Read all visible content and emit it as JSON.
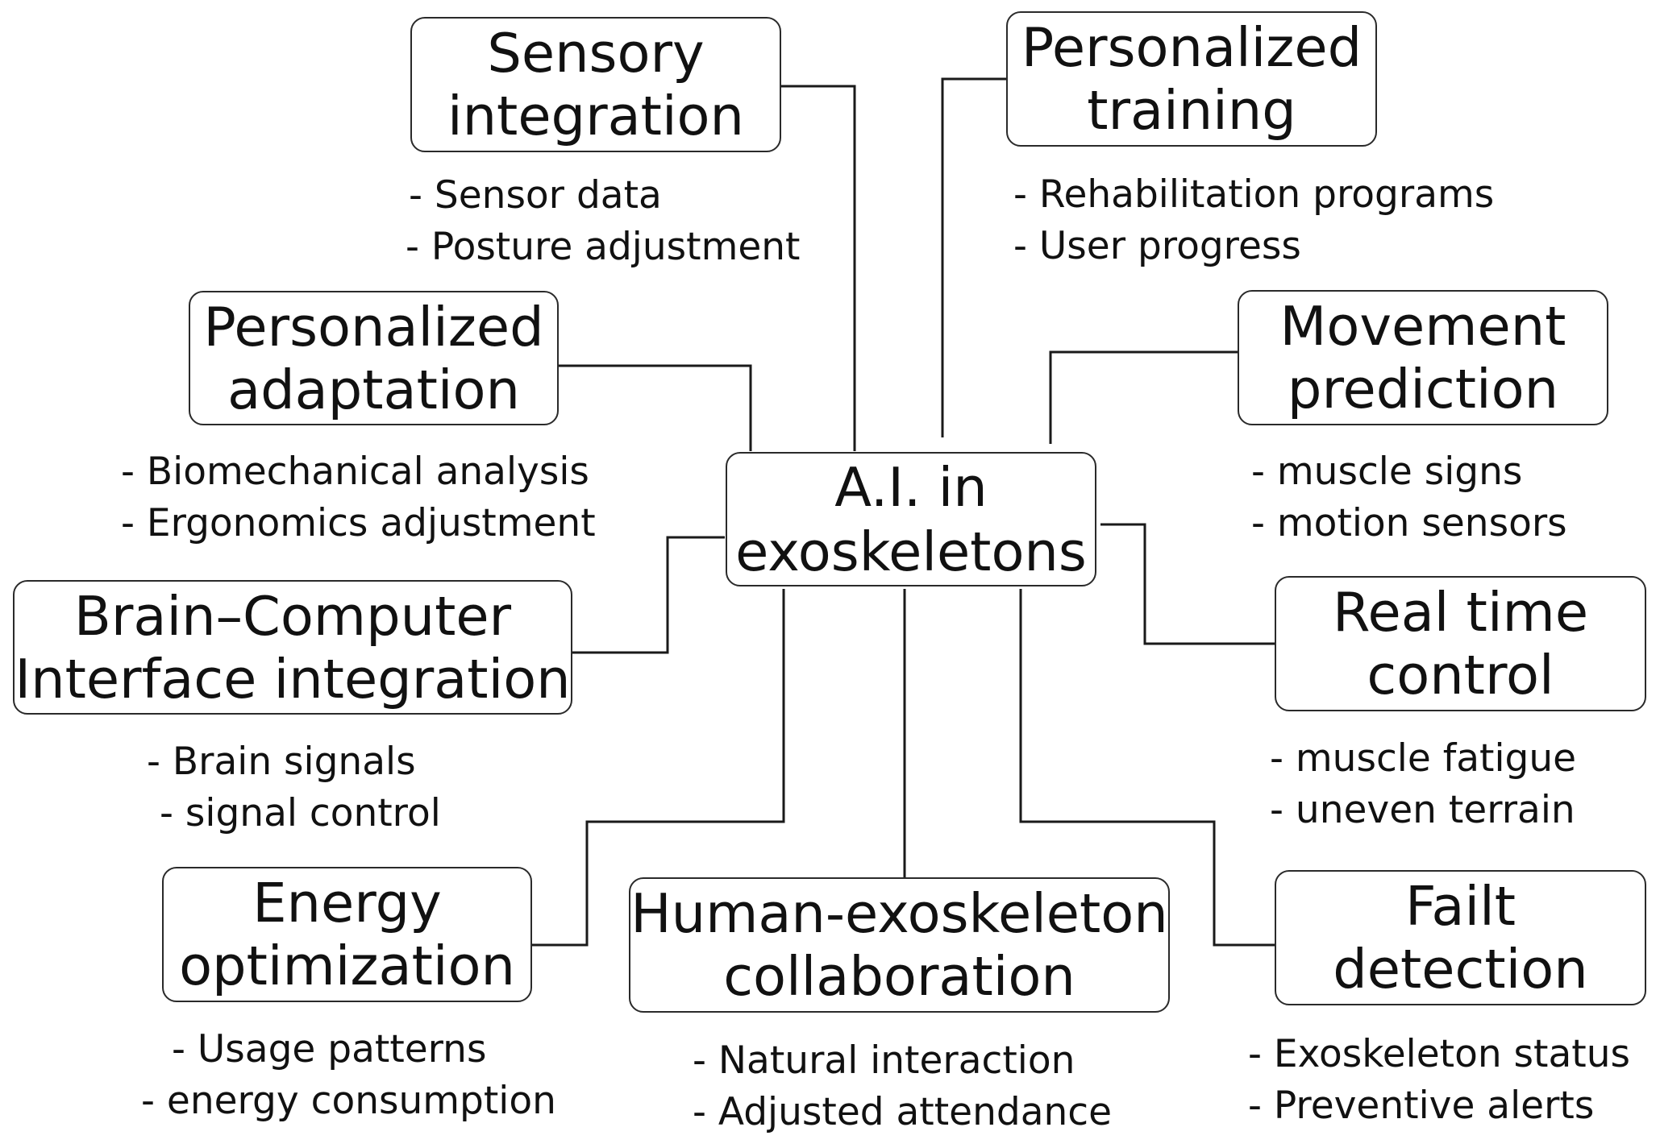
{
  "center": {
    "line1": "A.I. in",
    "line2": "exoskeletons"
  },
  "nodes": {
    "sensory_integration": {
      "title": [
        "Sensory",
        "integration"
      ],
      "items": [
        "- Sensor data",
        "- Posture adjustment"
      ]
    },
    "personalized_training": {
      "title": [
        "Personalized",
        "training"
      ],
      "items": [
        "- Rehabilitation programs",
        "- User progress"
      ]
    },
    "personalized_adaptation": {
      "title": [
        "Personalized",
        "adaptation"
      ],
      "items": [
        "- Biomechanical analysis",
        "- Ergonomics adjustment"
      ]
    },
    "movement_prediction": {
      "title": [
        "Movement",
        "prediction"
      ],
      "items": [
        "- muscle signs",
        "- motion sensors"
      ]
    },
    "bci_integration": {
      "title": [
        "Brain–Computer",
        "Interface integration"
      ],
      "items": [
        "- Brain signals",
        "- signal control"
      ]
    },
    "real_time_control": {
      "title": [
        "Real time",
        "control"
      ],
      "items": [
        "- muscle fatigue",
        "- uneven terrain"
      ]
    },
    "energy_optimization": {
      "title": [
        "Energy",
        "optimization"
      ],
      "items": [
        "- Usage patterns",
        "- energy consumption"
      ]
    },
    "human_exoskeleton_collaboration": {
      "title": [
        "Human-exoskeleton",
        "collaboration"
      ],
      "items": [
        "- Natural interaction",
        "- Adjusted attendance"
      ]
    },
    "failt_detection": {
      "title": [
        "Failt",
        "detection"
      ],
      "items": [
        "- Exoskeleton status",
        "- Preventive alerts"
      ]
    }
  }
}
